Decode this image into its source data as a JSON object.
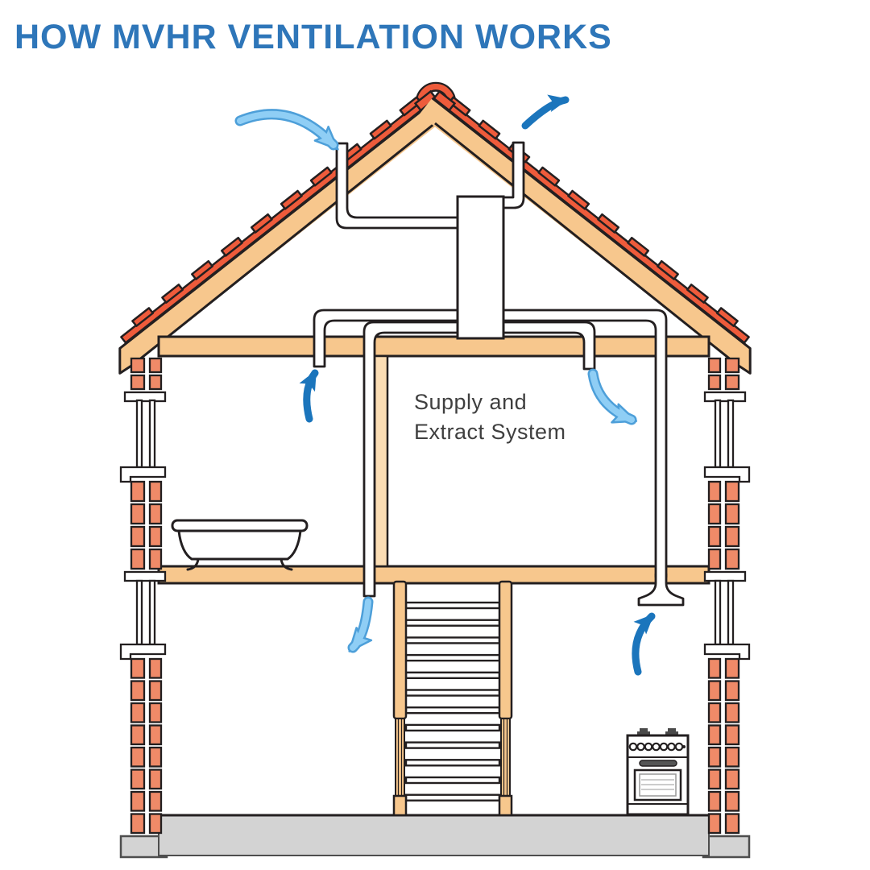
{
  "title": "HOW MVHR VENTILATION WORKS",
  "diagram": {
    "room_label_line1": "Supply and",
    "room_label_line2": "Extract System"
  },
  "colors": {
    "title_blue": "#2E76B9",
    "outline": "#231F20",
    "roof_tile": "#EE5B3B",
    "timber": "#F7C78D",
    "timber_light": "#FBDDB4",
    "brick": "#EF8A68",
    "concrete": "#D3D3D3",
    "dark_arrow": "#1B75BC",
    "light_arrow": "#8FCEF5",
    "light_arrow_edge": "#4D9FD9",
    "label_text": "#3F3F3F"
  },
  "arrows": [
    {
      "name": "fresh-air-intake-arrow",
      "style": "light",
      "direction": "into roof vent"
    },
    {
      "name": "stale-air-exhaust-arrow",
      "style": "dark",
      "direction": "out of roof vent"
    },
    {
      "name": "bathroom-extract-arrow",
      "style": "dark",
      "direction": "up into ceiling vent"
    },
    {
      "name": "bedroom-supply-arrow",
      "style": "light",
      "direction": "down from ceiling vent"
    },
    {
      "name": "living-room-supply-arrow",
      "style": "light",
      "direction": "down from drop duct"
    },
    {
      "name": "kitchen-extract-arrow",
      "style": "dark",
      "direction": "up into extract hood"
    }
  ]
}
